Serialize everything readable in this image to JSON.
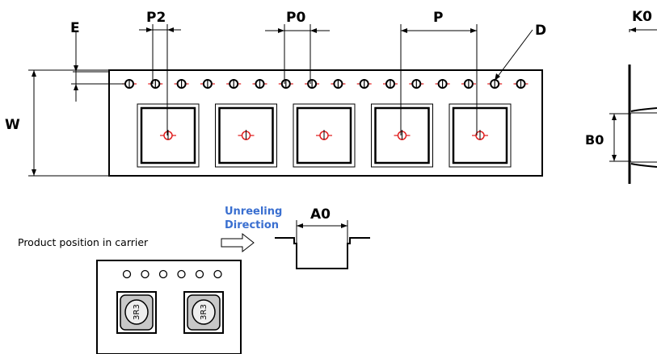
{
  "labels": {
    "E": "E",
    "P2": "P2",
    "P0": "P0",
    "P": "P",
    "D": "D",
    "K0": "K0",
    "W": "W",
    "B0": "B0",
    "A0": "A0",
    "unreeling_line1": "Unreeling",
    "unreeling_line2": "Direction",
    "product_position": "Product position in carrier",
    "component_marking": "3R3"
  },
  "colors": {
    "line": "#000000",
    "hole_marker": "#e02020",
    "direction_text": "#3a6fd0",
    "component_fill": "#c8c8c8"
  },
  "sprocket_hole_count": 16,
  "pocket_count": 5,
  "carrier_hole_count": 6,
  "component_count": 2
}
